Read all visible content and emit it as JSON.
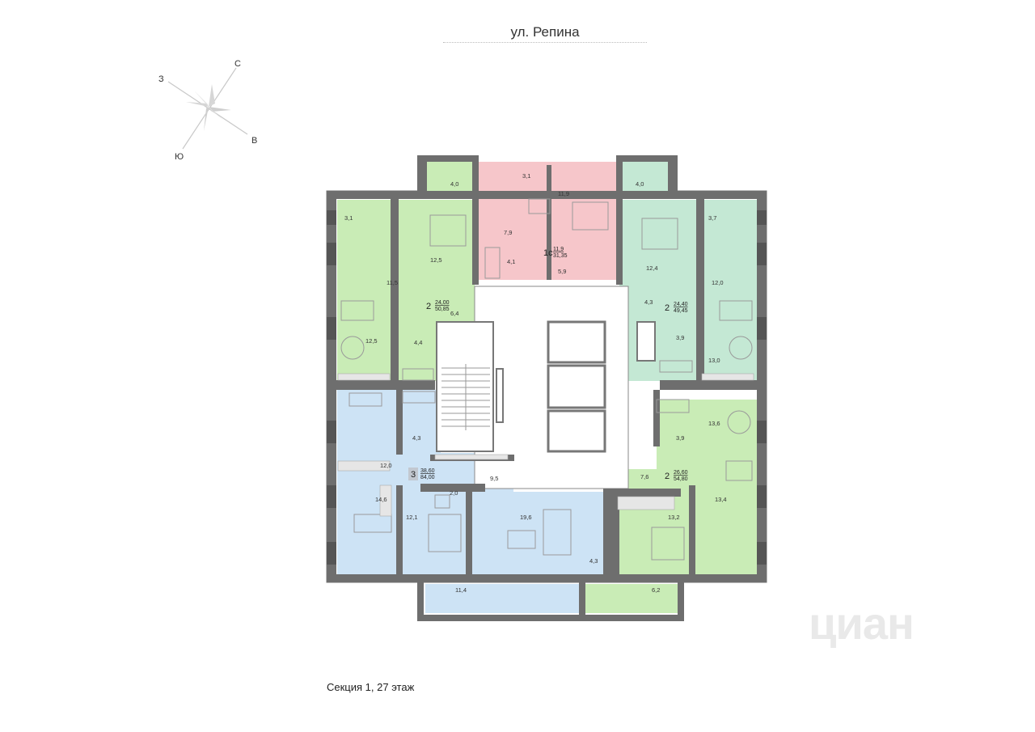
{
  "street_label": "ул. Репина",
  "caption": "Секция 1, 27 этаж",
  "watermark": "циан",
  "compass": {
    "north": "С",
    "south": "Ю",
    "west": "З",
    "east": "В"
  },
  "colors": {
    "wall": "#6e6e6e",
    "green": "#c9ecb6",
    "mint": "#c4e8d4",
    "blue": "#cde3f5",
    "pink": "#f6c6ca",
    "common": "#ffffff"
  },
  "apartments": [
    {
      "rooms": "1с",
      "living": "11,9",
      "total": "31,35"
    },
    {
      "rooms": "2",
      "living": "24,00",
      "total": "50,85"
    },
    {
      "rooms": "2",
      "living": "24,40",
      "total": "49,45"
    },
    {
      "rooms": "3",
      "living": "38,60",
      "total": "84,00"
    },
    {
      "rooms": "2",
      "living": "26,60",
      "total": "54,80"
    }
  ],
  "room_areas": {
    "a1": [
      "3,1",
      "11,9",
      "7,9",
      "4,1",
      "5,9"
    ],
    "a2": [
      "4,0",
      "3,1",
      "12,5",
      "11,5",
      "6,4",
      "12,5",
      "4,4"
    ],
    "a3": [
      "4,0",
      "3,7",
      "12,4",
      "12,0",
      "4,3",
      "3,9",
      "13,0"
    ],
    "a4": [
      "4,3",
      "12,0",
      "9,5",
      "14,6",
      "2,0",
      "12,1",
      "19,6",
      "4,3",
      "11,4"
    ],
    "a5": [
      "13,6",
      "3,9",
      "7,6",
      "13,4",
      "13,2",
      "6,2"
    ]
  }
}
